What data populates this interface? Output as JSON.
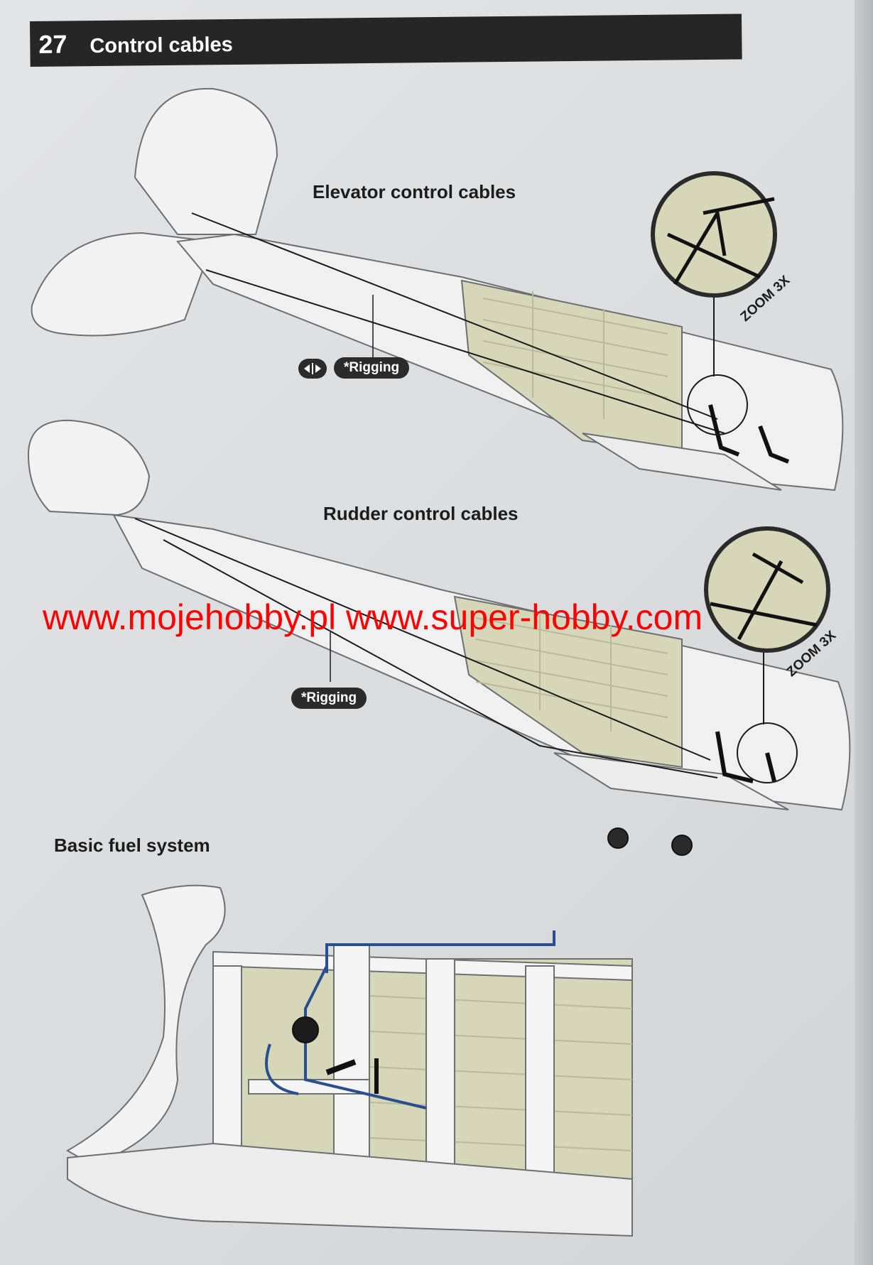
{
  "header": {
    "step_number": "27",
    "title": "Control cables"
  },
  "sections": {
    "elevator": {
      "caption": "Elevator control cables",
      "rigging_tag": "*Rigging",
      "zoom_label": "ZOOM 3X"
    },
    "rudder": {
      "caption": "Rudder control cables",
      "rigging_tag": "*Rigging",
      "zoom_label": "ZOOM 3X"
    },
    "fuel": {
      "caption": "Basic fuel system"
    }
  },
  "watermark": {
    "text": "www.mojehobby.pl www.super-hobby.com"
  },
  "colors": {
    "header_bg": "#262626",
    "page_bg": "#dcdee0",
    "watermark": "#ff0000",
    "interior_olive": "#d6d7b8",
    "fuel_line_blue": "#2a4f8f"
  },
  "icons": [
    "adjust-arrows-icon",
    "zoom-lens-icon",
    "fuel-pump-icon"
  ]
}
